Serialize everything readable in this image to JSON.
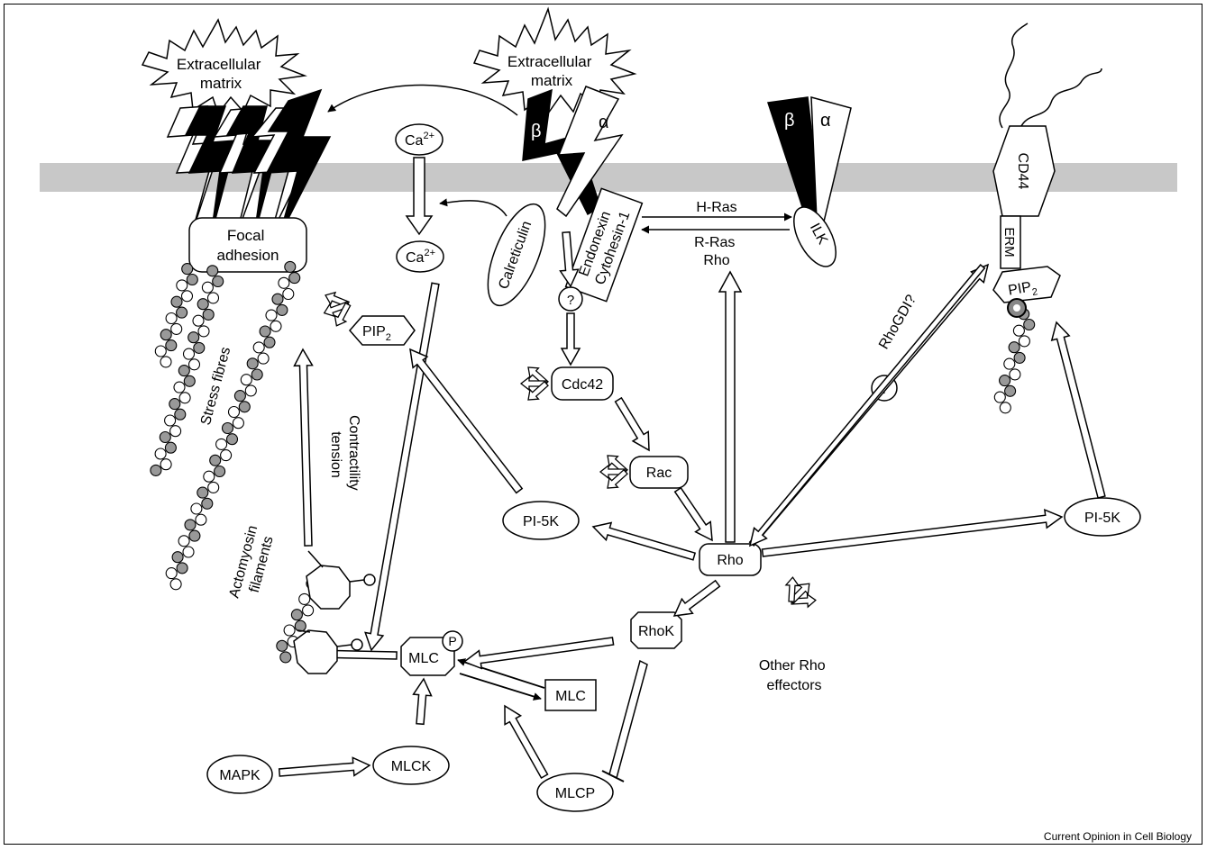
{
  "source": "Current Opinion in Cell Biology",
  "ecm": {
    "left": [
      "Extracellular",
      "matrix"
    ],
    "right": [
      "Extracellular",
      "matrix"
    ]
  },
  "integrin": {
    "beta": "β",
    "alpha": "α"
  },
  "ca_top": {
    "base": "Ca",
    "sup": "2+"
  },
  "ca_bottom": {
    "base": "Ca",
    "sup": "2+"
  },
  "focal_adhesion": [
    "Focal",
    "adhesion"
  ],
  "calreticulin": "Calreticulin",
  "endonexin": [
    "Endonexin",
    "Cytohesin-1"
  ],
  "hras": "H-Ras",
  "rras": [
    "R-Ras",
    "Rho"
  ],
  "ilk": "ILK",
  "cd44": "CD44",
  "erm": "ERM",
  "pip2_right": {
    "base": "PIP",
    "sub": "2"
  },
  "pip2_left": {
    "base": "PIP",
    "sub": "2"
  },
  "question": "?",
  "cdc42": "Cdc42",
  "rac": "Rac",
  "rho": "Rho",
  "pi5k_left": "PI-5K",
  "pi5k_right": "PI-5K",
  "rhogdi": "RhoGDI?",
  "stress_fibres": "Stress fibres",
  "contractility": [
    "Contractility",
    "tension"
  ],
  "actomyosin": [
    "Actomyosin",
    "filaments"
  ],
  "mlc_p": "MLC",
  "p": "P",
  "mlc": "MLC",
  "rhok": "RhoK",
  "other_rho": [
    "Other Rho",
    "effectors"
  ],
  "mapk": "MAPK",
  "mlck": "MLCK",
  "mlcp": "MLCP"
}
